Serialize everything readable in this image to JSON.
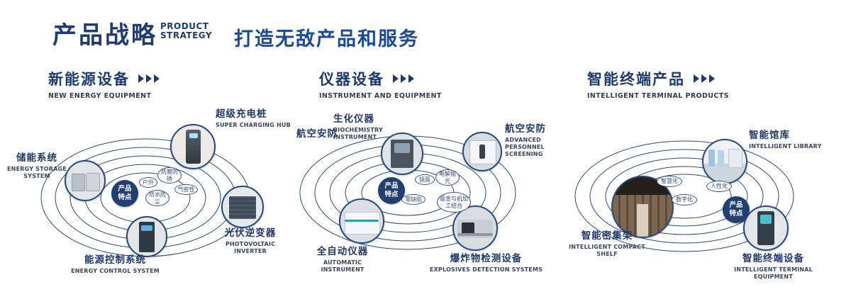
{
  "header": {
    "title_cn": "产品战略",
    "title_en_1": "PRODUCT",
    "title_en_2": "STRATEGY",
    "subtitle": "打造无敌产品和服务"
  },
  "sections": [
    {
      "title_cn": "新能源设备",
      "title_en": "NEW ENERGY EQUIPMENT",
      "center_badge": "产品特点",
      "products": [
        {
          "cn": "储能系统",
          "en": "ENERGY STORAGE SYSTEM"
        },
        {
          "cn": "超级充电桩",
          "en": "SUPER CHARGING HUB"
        },
        {
          "cn": "光伏逆变器",
          "en": "PHOTOVOLTAIC INVERTER"
        },
        {
          "cn": "能源控制系统",
          "en": "ENERGY CONTROL SYSTEM"
        }
      ],
      "features": [
        "户外",
        "防腐防锈",
        "气密性",
        "防水防尘"
      ]
    },
    {
      "title_cn": "仪器设备",
      "title_en": "INSTRUMENT AND EQUIPMENT",
      "center_badge": "产品特点",
      "side_label": "航空安防",
      "products": [
        {
          "cn": "生化仪器",
          "en": "BIOCHEMISTRY INSTRUMENT"
        },
        {
          "cn": "航空安防",
          "en": "ADVANCED PERSONNEL SCREENING"
        },
        {
          "cn": "全自动仪器",
          "en": "AUTOMATIC INSTRUMENT"
        },
        {
          "cn": "爆炸物检测设备",
          "en": "EXPLOSIVES DETECTION SYSTEMS"
        }
      ],
      "features": [
        "镜面",
        "电解抛光",
        "零缺陷",
        "钣金与机加工结合"
      ]
    },
    {
      "title_cn": "智能终端产品",
      "title_en": "INTELLIGENT TERMINAL PRODUCTS",
      "center_badge": "产品特点",
      "products": [
        {
          "cn": "智能馆库",
          "en": "INTELLIGENT LIBRARY"
        },
        {
          "cn": "智能密集架",
          "en": "INTELLIGENT COMPACT SHELF"
        },
        {
          "cn": "智能终端设备",
          "en": "INTELLIGENT TERMINAL EQUIPMENT"
        }
      ],
      "features": [
        "智慧化",
        "数字化",
        "人性化"
      ]
    }
  ]
}
